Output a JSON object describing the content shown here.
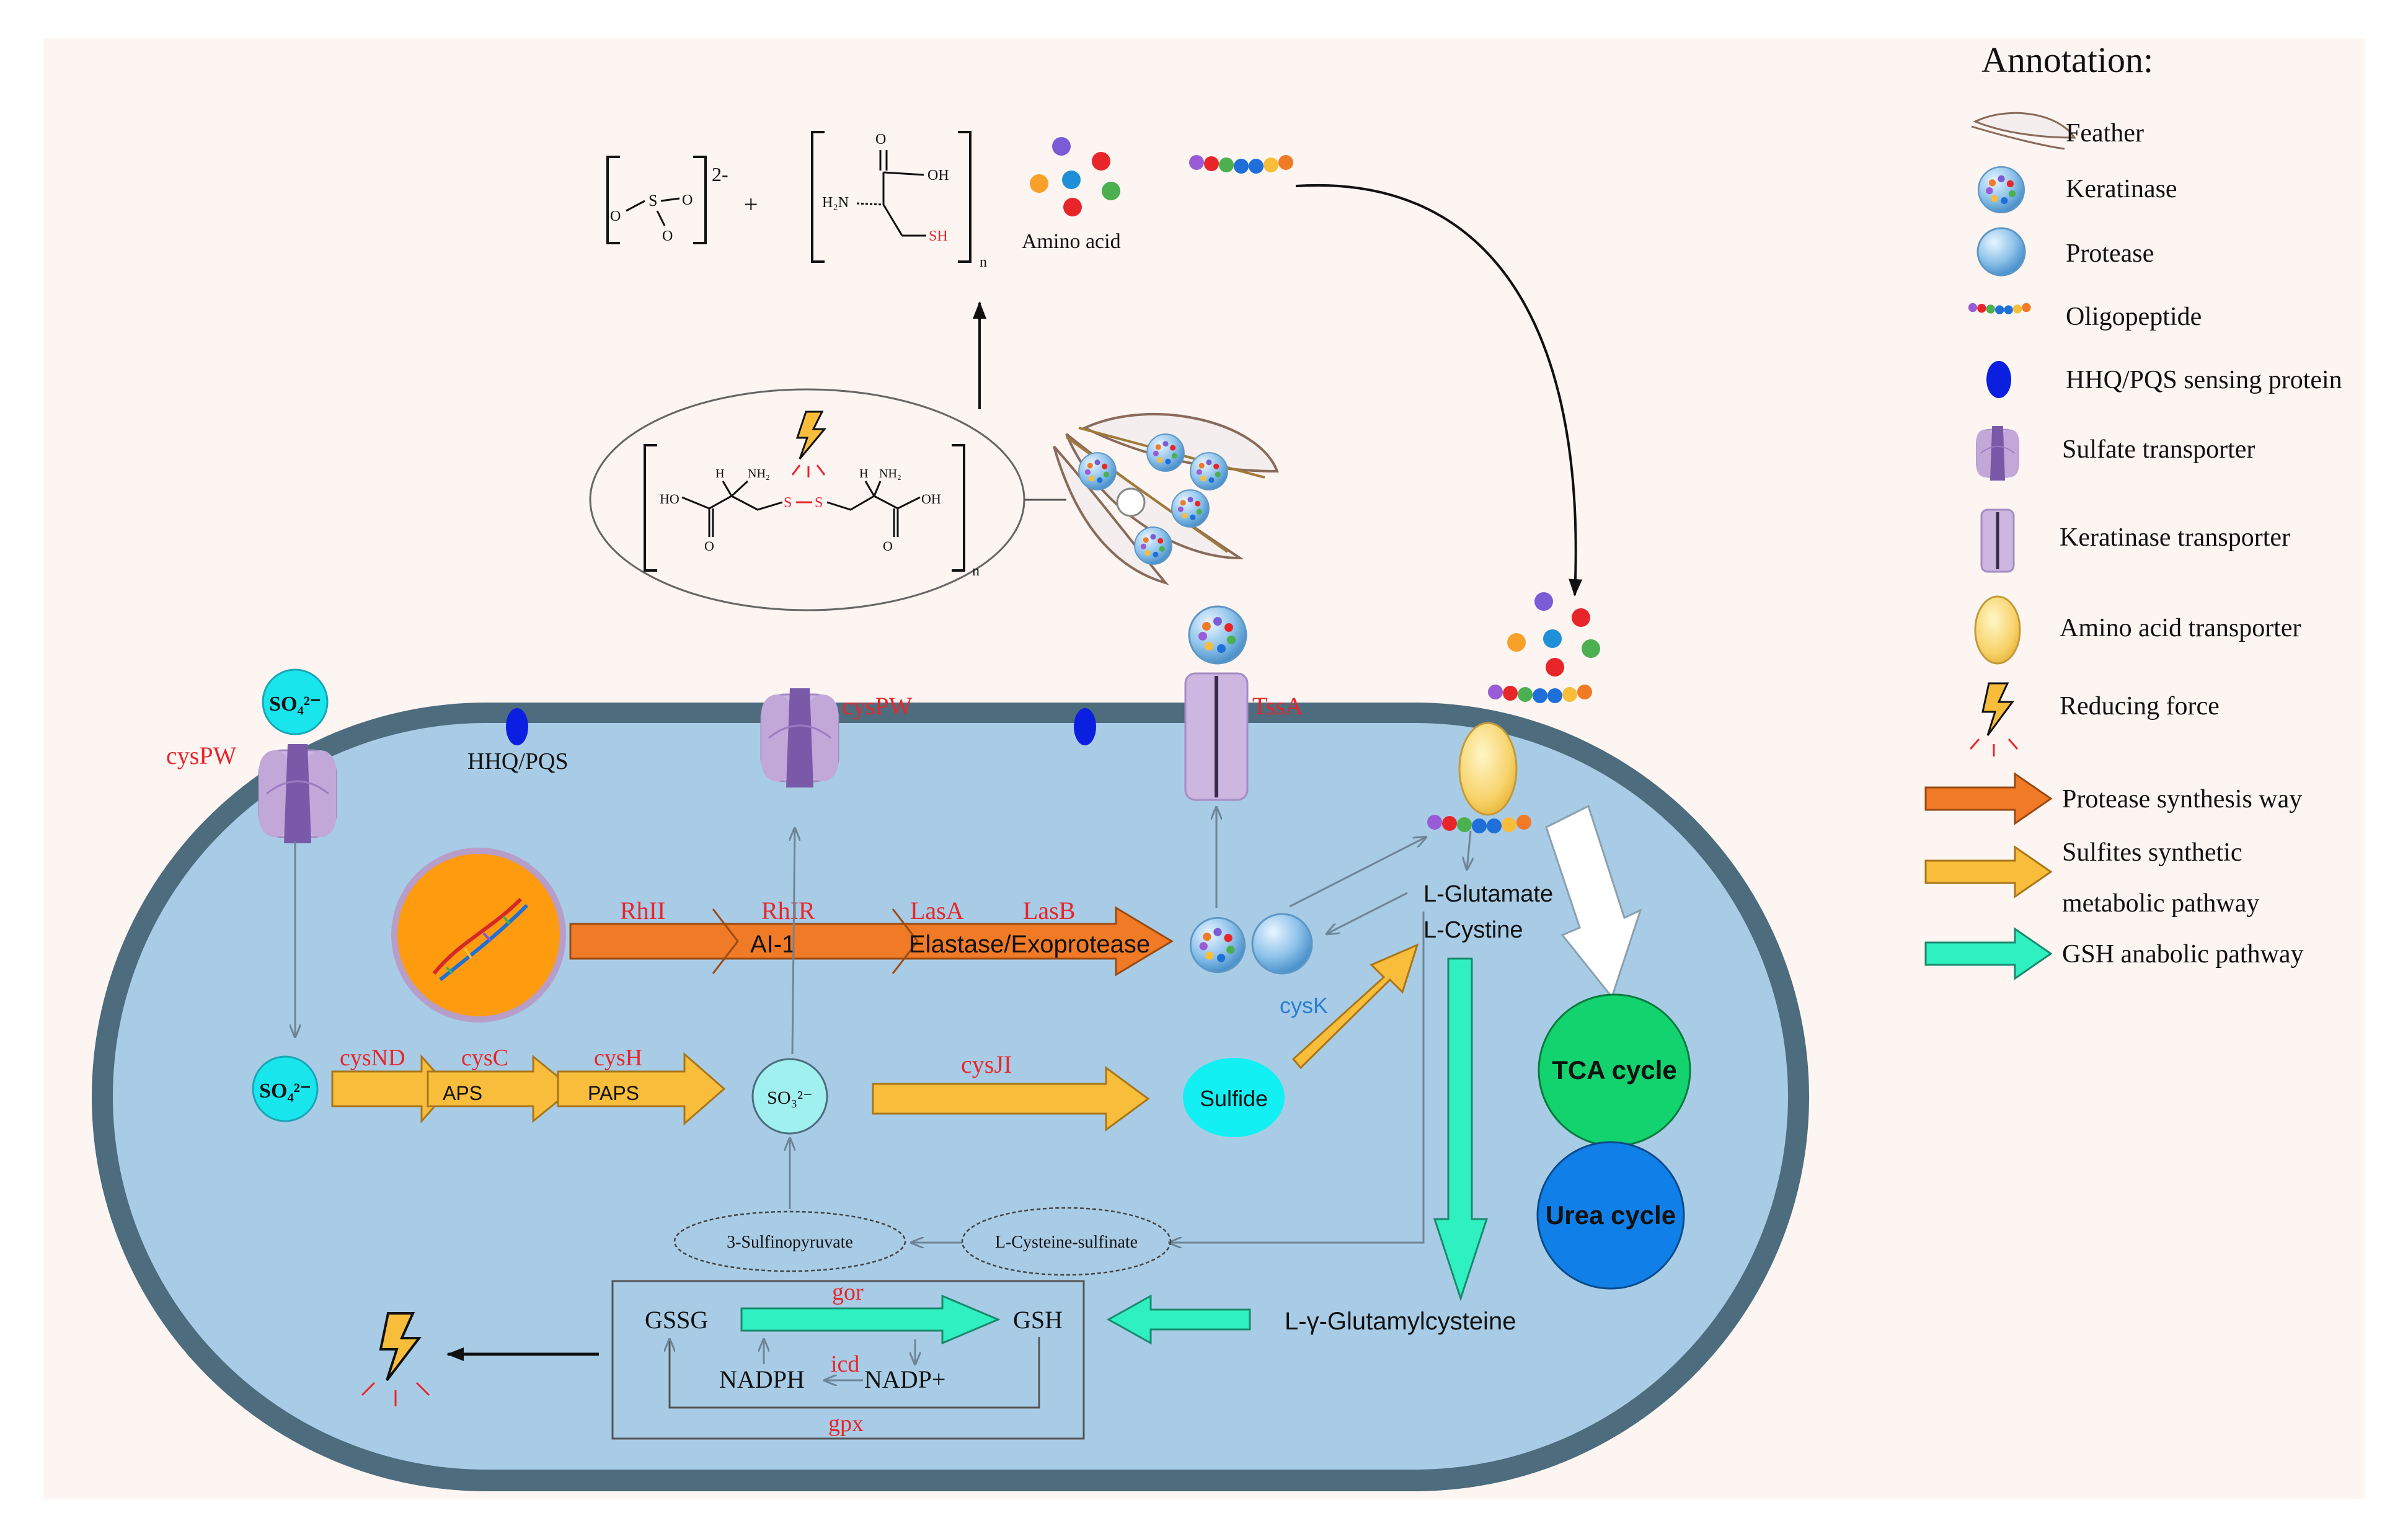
{
  "colors": {
    "background": "#fdf5f2",
    "cell_fill": "#a9cce6",
    "cell_wall": "#4d6c7d",
    "gene_red": "#e8262a",
    "protease_arrow": "#f07a26",
    "sulfite_arrow": "#f8bd3a",
    "gsh_arrow": "#2ff0c0",
    "sulfate_ion": "#18e6ec",
    "tca": "#12d36e",
    "urea": "#1080e8",
    "dna_circle": "#ff9b0e"
  },
  "top": {
    "sulfite_charge": "2-",
    "sulfite_S": "S",
    "sulfite_O": "O",
    "plus": "+",
    "cysteine_OH": "OH",
    "cysteine_O": "O",
    "cysteine_H2N": "H₂N",
    "cysteine_SH": "SH",
    "subscript_n": "n",
    "amino_acid_label": "Amino acid",
    "cystine_HO": "HO",
    "cystine_OH": "OH",
    "cystine_NH2": "NH₂",
    "cystine_H": "H",
    "cystine_S": "S",
    "cystine_O": "O"
  },
  "cell": {
    "left_sulfate_ion": "SO₄²⁻",
    "cysPW_left": "cysPW",
    "hhq_pqs": "HHQ/PQS",
    "cysPW_mid": "cysPW",
    "tssA": "TssA",
    "rhlI": "RhII",
    "rhlR": "RhIR",
    "lasA": "LasA",
    "lasB": "LasB",
    "ai1": "AI-1",
    "elastase": "Elastase/Exoprotease",
    "inner_sulfate_ion": "SO₄²⁻",
    "cysND": "cysND",
    "cysC": "cysC",
    "cysH": "cysH",
    "aps": "APS",
    "paps": "PAPS",
    "sulfite": "SO₃²⁻",
    "cysJI": "cysJI",
    "sulfide": "Sulfide",
    "cysK": "cysK",
    "l_glutamate": "L-Glutamate",
    "l_cystine": "L-Cystine",
    "tca_cycle": "TCA cycle",
    "urea_cycle": "Urea cycle",
    "sulfinopyruvate": "3-Sulfinopyruvate",
    "cysteine_sulfinate": "L-Cysteine-sulfinate",
    "gor": "gor",
    "gssg": "GSSG",
    "gsh": "GSH",
    "icd": "icd",
    "nadph": "NADPH",
    "nadp_plus": "NADP+",
    "gpx": "gpx",
    "glutamylcysteine": "L-γ-Glutamylcysteine"
  },
  "legend": {
    "title": "Annotation:",
    "items": [
      {
        "icon": "feather-icon",
        "label": "Feather"
      },
      {
        "icon": "keratinase-icon",
        "label": "Keratinase"
      },
      {
        "icon": "protease-icon",
        "label": "Protease"
      },
      {
        "icon": "oligopeptide-icon",
        "label": "Oligopeptide"
      },
      {
        "icon": "hhq-pqs-sensing-protein-icon",
        "label": "HHQ/PQS sensing protein"
      },
      {
        "icon": "sulfate-transporter-icon",
        "label": "Sulfate transporter"
      },
      {
        "icon": "keratinase-transporter-icon",
        "label": "Keratinase transporter"
      },
      {
        "icon": "amino-acid-transporter-icon",
        "label": "Amino acid transporter"
      },
      {
        "icon": "reducing-force-icon",
        "label": "Reducing force"
      }
    ],
    "arrows": [
      {
        "color": "#f07a26",
        "label": "Protease synthesis way"
      },
      {
        "color": "#f8bd3a",
        "label_line1": "Sulfites synthetic",
        "label_line2": "metabolic pathway"
      },
      {
        "color": "#2ff0c0",
        "label": "GSH anabolic pathway"
      }
    ]
  }
}
